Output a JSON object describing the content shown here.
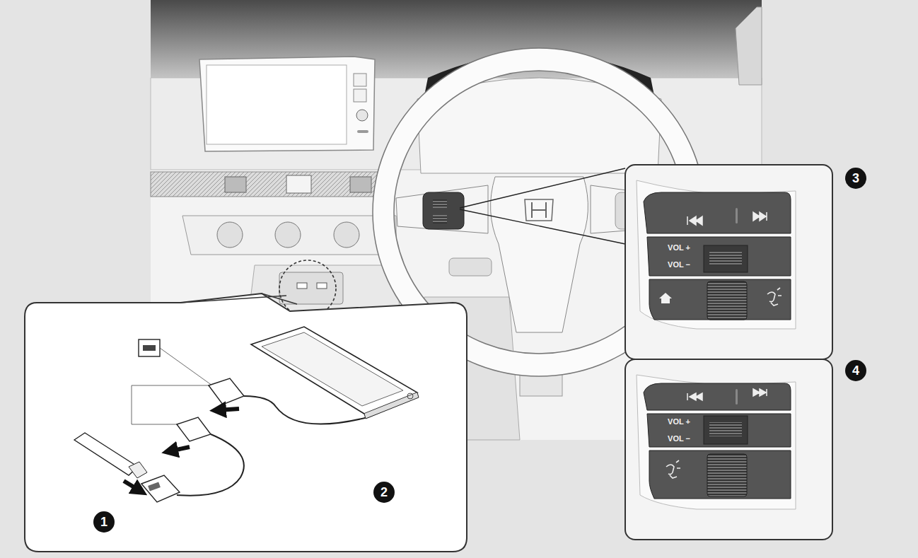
{
  "diagram": {
    "labels": [
      "1",
      "2",
      "3",
      "4",
      "VOL +",
      "VOL −",
      "VOL +",
      "VOL −"
    ]
  }
}
